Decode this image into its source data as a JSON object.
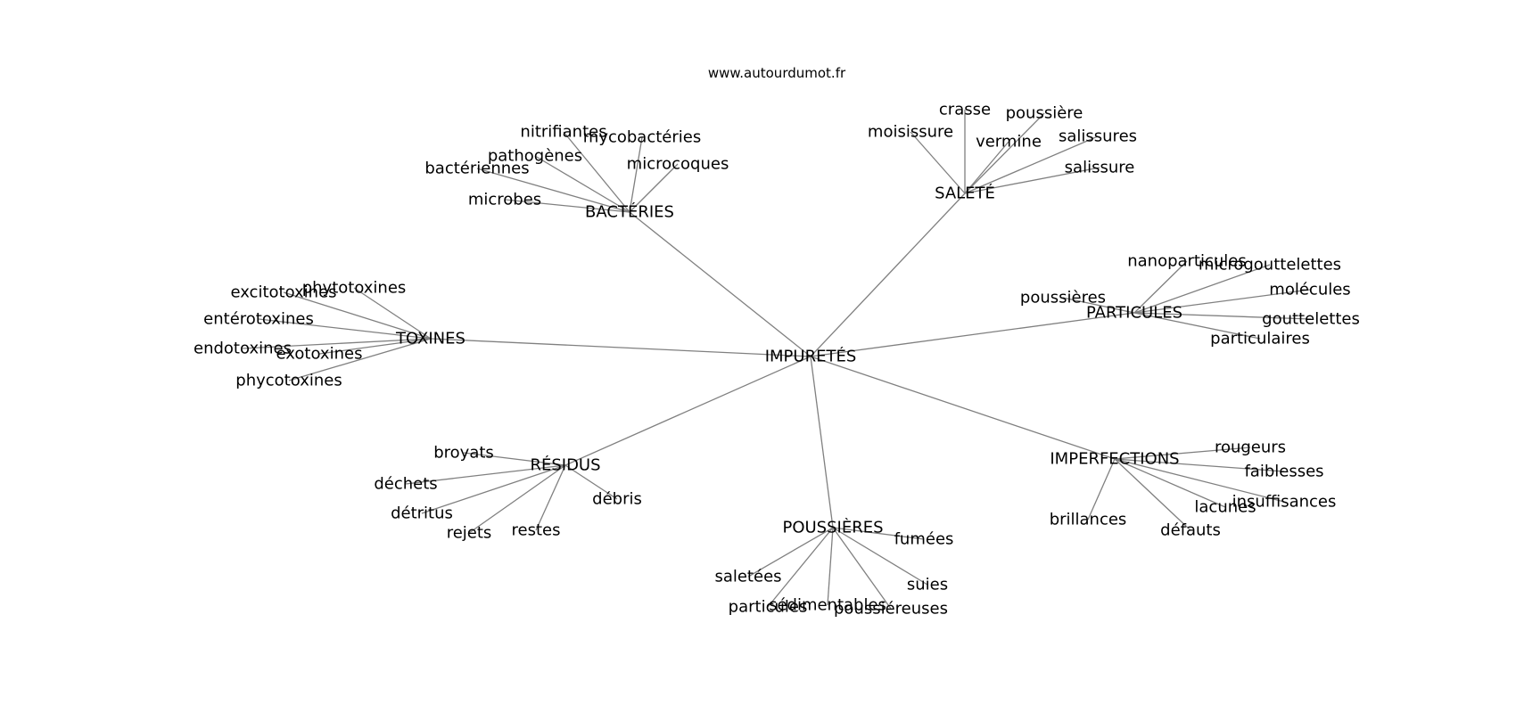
{
  "site": "www.autourdumot.fr",
  "center": "IMPURETÉS",
  "colors": {
    "edge": "#808080",
    "text": "#000000",
    "background": "#ffffff"
  },
  "branches": [
    {
      "label": "BACTÉRIES",
      "leaves": [
        "nitrifiantes",
        "mycobactéries",
        "pathogènes",
        "microcoques",
        "bactériennes",
        "microbes"
      ]
    },
    {
      "label": "SALETÉ",
      "leaves": [
        "crasse",
        "poussière",
        "moisissure",
        "vermine",
        "salissures",
        "salissure"
      ]
    },
    {
      "label": "PARTICULES",
      "leaves": [
        "nanoparticules",
        "microgouttelettes",
        "molécules",
        "poussières",
        "gouttelettes",
        "particulaires"
      ]
    },
    {
      "label": "TOXINES",
      "leaves": [
        "phytotoxines",
        "excitotoxines",
        "entérotoxines",
        "endotoxines",
        "exotoxines",
        "phycotoxines"
      ]
    },
    {
      "label": "RÉSIDUS",
      "leaves": [
        "broyats",
        "déchets",
        "débris",
        "détritus",
        "rejets",
        "restes"
      ]
    },
    {
      "label": "POUSSIÈRES",
      "leaves": [
        "fumées",
        "saletées",
        "suies",
        "sédimentables",
        "particules",
        "poussiéreuses"
      ]
    },
    {
      "label": "IMPERFECTIONS",
      "leaves": [
        "rougeurs",
        "faiblesses",
        "insuffisances",
        "lacunes",
        "brillances",
        "défauts"
      ]
    }
  ]
}
